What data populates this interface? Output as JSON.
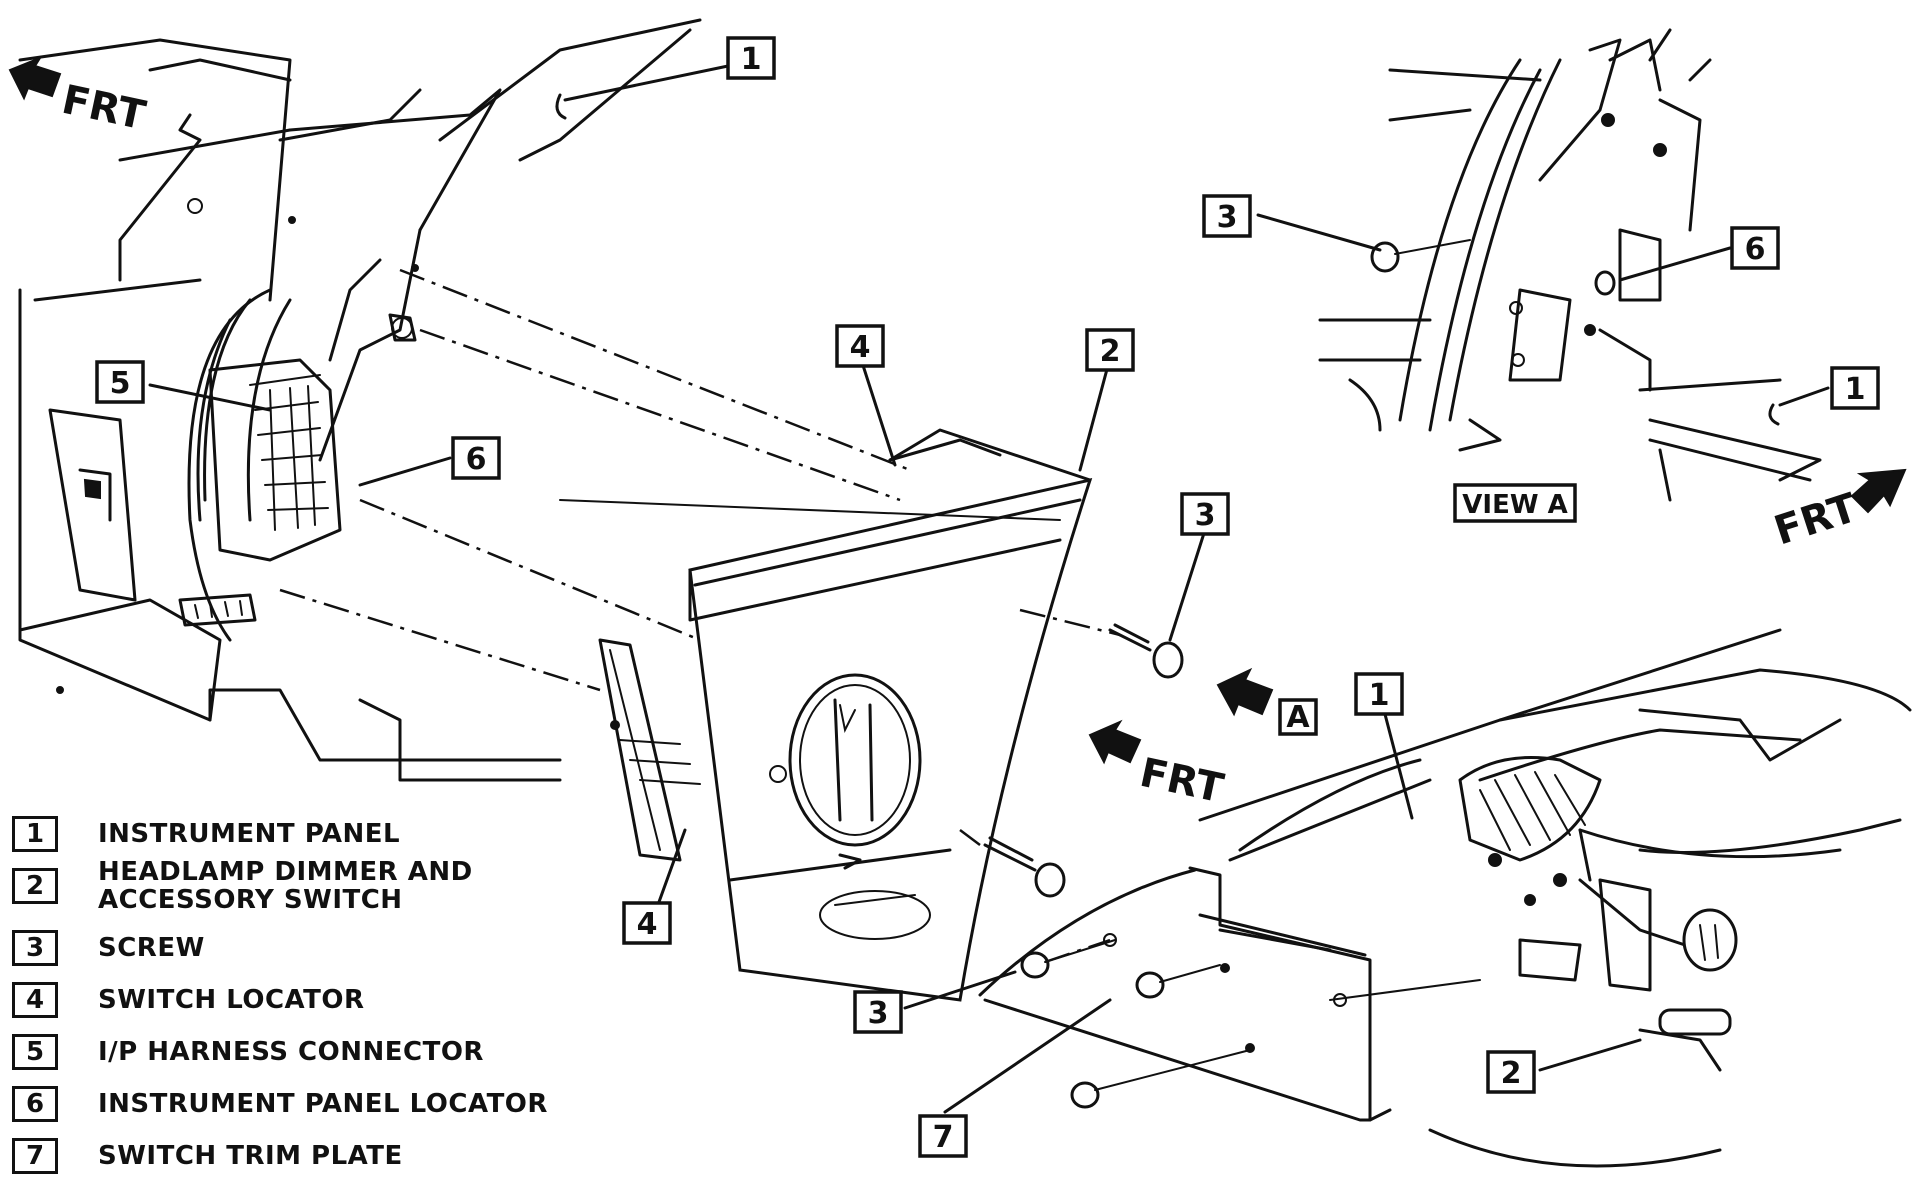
{
  "figure": {
    "direction_labels": {
      "frt_top_left": "FRT",
      "frt_top_right": "FRT",
      "frt_bottom_center": "FRT",
      "view_arrow": "A",
      "view_caption": "VIEW A"
    },
    "callouts": [
      {
        "id": "c1-top",
        "num": "1"
      },
      {
        "id": "c2-main",
        "num": "2"
      },
      {
        "id": "c3-main",
        "num": "3"
      },
      {
        "id": "c4-top",
        "num": "4"
      },
      {
        "id": "c4-bottom",
        "num": "4"
      },
      {
        "id": "c5",
        "num": "5"
      },
      {
        "id": "c6-main",
        "num": "6"
      },
      {
        "id": "c3-viewa",
        "num": "3"
      },
      {
        "id": "c6-viewa",
        "num": "6"
      },
      {
        "id": "c1-viewa",
        "num": "1"
      },
      {
        "id": "c1-bottom",
        "num": "1"
      },
      {
        "id": "c2-bottom",
        "num": "2"
      },
      {
        "id": "c3-bottom",
        "num": "3"
      },
      {
        "id": "c7",
        "num": "7"
      }
    ]
  },
  "legend": [
    {
      "num": "1",
      "text": "INSTRUMENT PANEL"
    },
    {
      "num": "2",
      "text": "HEADLAMP DIMMER AND\nACCESSORY SWITCH"
    },
    {
      "num": "3",
      "text": "SCREW"
    },
    {
      "num": "4",
      "text": "SWITCH LOCATOR"
    },
    {
      "num": "5",
      "text": "I/P HARNESS CONNECTOR"
    },
    {
      "num": "6",
      "text": "INSTRUMENT PANEL LOCATOR"
    },
    {
      "num": "7",
      "text": "SWITCH TRIM PLATE"
    }
  ]
}
